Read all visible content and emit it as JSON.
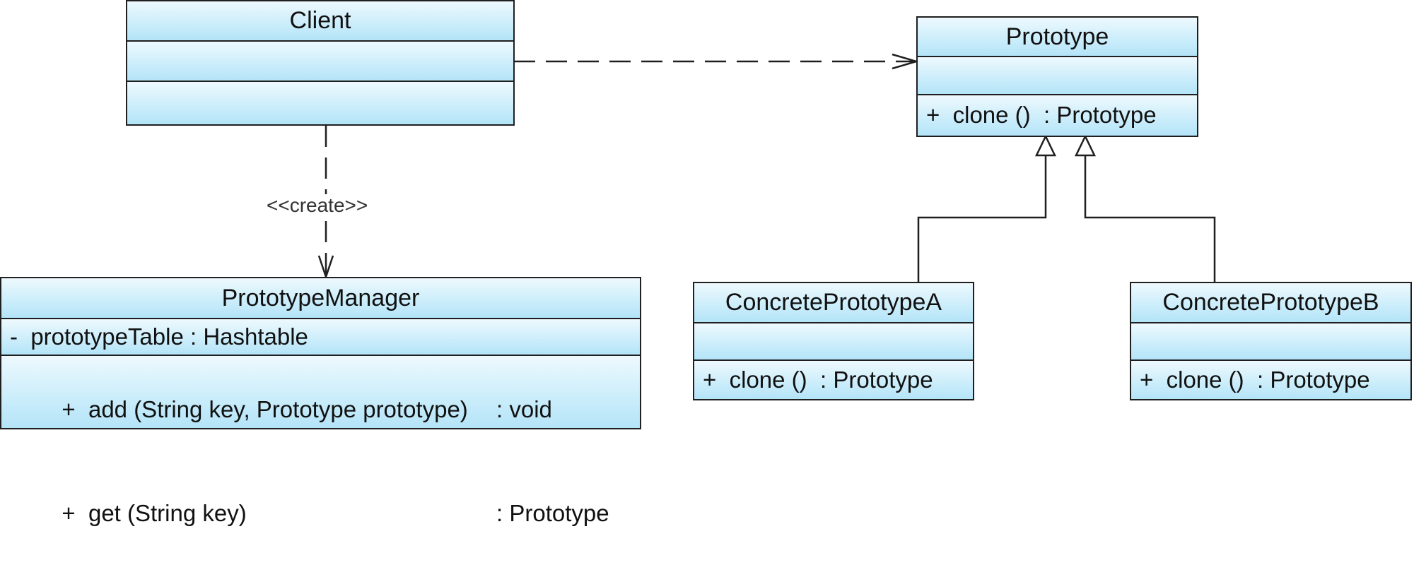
{
  "classes": {
    "client": {
      "name": "Client"
    },
    "prototype": {
      "name": "Prototype",
      "operations": [
        {
          "sig": "+  clone ()  : Prototype"
        }
      ]
    },
    "manager": {
      "name": "PrototypeManager",
      "attributes": [
        {
          "sig": "-  prototypeTable : Hashtable"
        }
      ],
      "operations": [
        {
          "sig": "+  add (String key, Prototype prototype)",
          "ret": ": void"
        },
        {
          "sig": "+  get (String key)",
          "ret": ": Prototype"
        }
      ]
    },
    "concrete_a": {
      "name": "ConcretePrototypeA",
      "operations": [
        {
          "sig": "+  clone ()  : Prototype"
        }
      ]
    },
    "concrete_b": {
      "name": "ConcretePrototypeB",
      "operations": [
        {
          "sig": "+  clone ()  : Prototype"
        }
      ]
    }
  },
  "relations": {
    "create_stereotype": "<<create>>"
  },
  "colors": {
    "fill_top": "#eef9fe",
    "fill_bottom": "#b4e4f8",
    "line": "#1f1f1f"
  }
}
